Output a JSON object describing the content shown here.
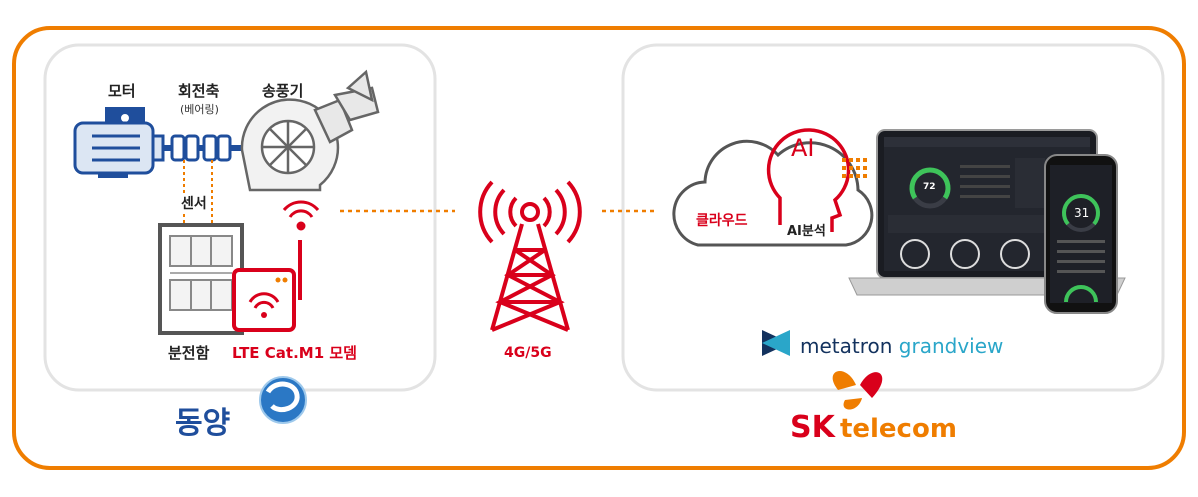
{
  "diagram": {
    "equipment": {
      "motor": "모터",
      "shaft": "회전축",
      "shaft_sub": "(베어링)",
      "fan": "송풍기",
      "sensor": "센서",
      "panel": "분전함",
      "modem": "LTE Cat.M1 모뎀"
    },
    "network": {
      "tower": "4G/5G"
    },
    "cloud": {
      "label": "클라우드",
      "ai_text": "AI",
      "ai_analysis": "AI분석"
    },
    "dashboard": {
      "laptop_gauge": "72",
      "phone_gauge": "31"
    },
    "partners": {
      "dongyang": "동양",
      "metatron_1": "metatron",
      "metatron_2": "grandview",
      "sk_1": "SK",
      "sk_2": "telecom"
    },
    "colors": {
      "orange": "#ef7d00",
      "red": "#d9001b",
      "blue": "#1f4e9c",
      "navy": "#13325e",
      "panel_border": "#e3e3e3"
    }
  }
}
